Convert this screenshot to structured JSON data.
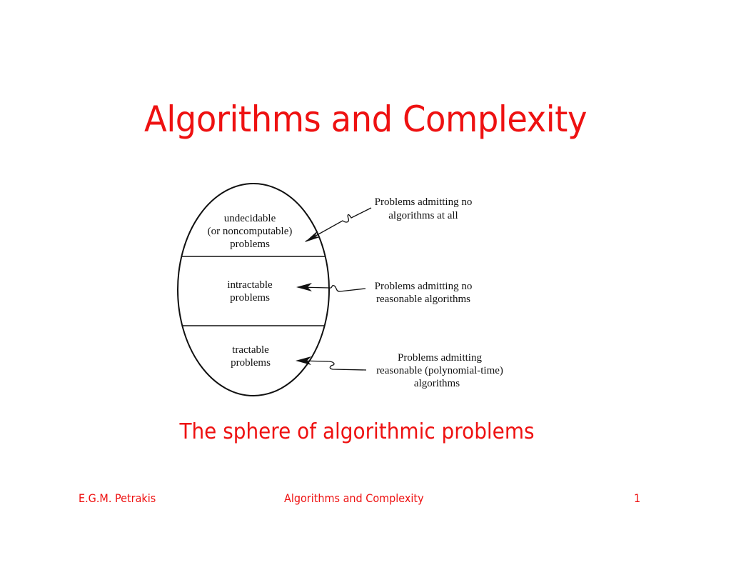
{
  "slide": {
    "title": "Algorithms and Complexity",
    "caption": "The sphere of algorithmic problems",
    "title_color": "#ee1111"
  },
  "diagram": {
    "shape": "ellipse",
    "regions": [
      {
        "lines": [
          "undecidable",
          "(or noncomputable)",
          "problems"
        ]
      },
      {
        "lines": [
          "intractable",
          "problems"
        ]
      },
      {
        "lines": [
          "tractable",
          "problems"
        ]
      }
    ],
    "annotations": [
      {
        "lines": [
          "Problems admitting no",
          "algorithms at all"
        ],
        "points_to": "undecidable (or noncomputable) problems"
      },
      {
        "lines": [
          "Problems admitting no",
          "reasonable algorithms"
        ],
        "points_to": "intractable problems"
      },
      {
        "lines": [
          "Problems admitting",
          "reasonable (polynomial-time)",
          "algorithms"
        ],
        "points_to": "tractable problems"
      }
    ]
  },
  "footer": {
    "author": "E.G.M. Petrakis",
    "course": "Algorithms and Complexity",
    "page_number": "1"
  }
}
